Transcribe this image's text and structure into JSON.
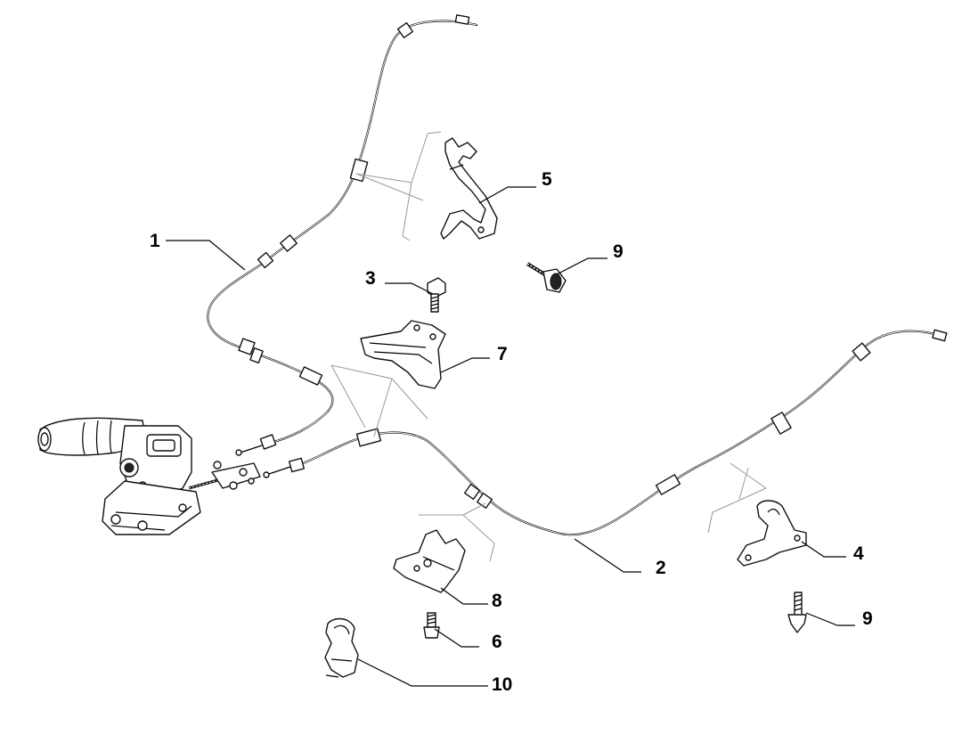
{
  "callouts": [
    {
      "id": "1",
      "label": "1"
    },
    {
      "id": "2",
      "label": "2"
    },
    {
      "id": "3",
      "label": "3"
    },
    {
      "id": "4",
      "label": "4"
    },
    {
      "id": "5",
      "label": "5"
    },
    {
      "id": "6",
      "label": "6"
    },
    {
      "id": "7",
      "label": "7"
    },
    {
      "id": "8",
      "label": "8"
    },
    {
      "id": "9a",
      "label": "9"
    },
    {
      "id": "9b",
      "label": "9"
    },
    {
      "id": "10",
      "label": "10"
    }
  ]
}
